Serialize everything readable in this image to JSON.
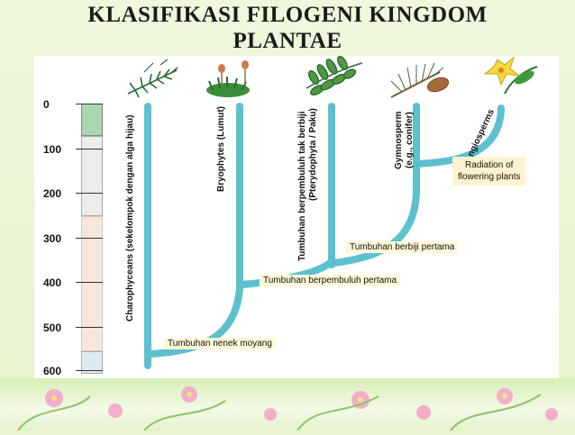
{
  "title": {
    "line1": "KLASIFIKASI FILOGENI KINGDOM",
    "line2": "PLANTAE"
  },
  "time_axis": {
    "ticks": [
      "0",
      "100",
      "200",
      "300",
      "400",
      "500",
      "600"
    ]
  },
  "taxa": {
    "charophyceans": "Charophyceans (sekelompok dengan alga hijau)",
    "bryophytes": "Bryophytes (Lumut)",
    "pteridophytes_line1": "Tumbuhan berpembuluh tak berbiji",
    "pteridophytes_line2": "(Pterydophyta / Paku)",
    "gymnosperm_line1": "Gymnosperm",
    "gymnosperm_line2": "(e.g., conifer)",
    "angiosperms": "Angiosperms"
  },
  "annotations": {
    "ancestor": "Tumbuhan nenek moyang",
    "vascular_first": "Tumbuhan berpembuluh pertama",
    "seed_first": "Tumbuhan berbiji pertama",
    "radiation_line1": "Radiation of",
    "radiation_line2": "flowering plants"
  },
  "colors": {
    "branch": "#5cc0cf",
    "title": "#1b1b1b"
  }
}
